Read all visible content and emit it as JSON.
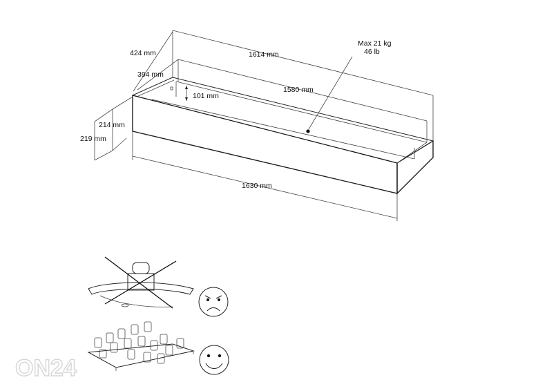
{
  "dimensions": {
    "depth_outer": "424 mm",
    "width_top": "1614 mm",
    "load_kg": "Max 21 kg",
    "load_lb": "46 lb",
    "depth_inner": "394 mm",
    "width_inner": "1580 mm",
    "wall_height": "101 mm",
    "front_height": "214 mm",
    "total_height": "219 mm",
    "width_front": "1630 mm"
  },
  "watermark": "ON24",
  "icons": {
    "angry_face": "angry-face-icon",
    "happy_face": "happy-face-icon"
  },
  "colors": {
    "line": "#222222",
    "watermark": "#d6d6d6"
  }
}
